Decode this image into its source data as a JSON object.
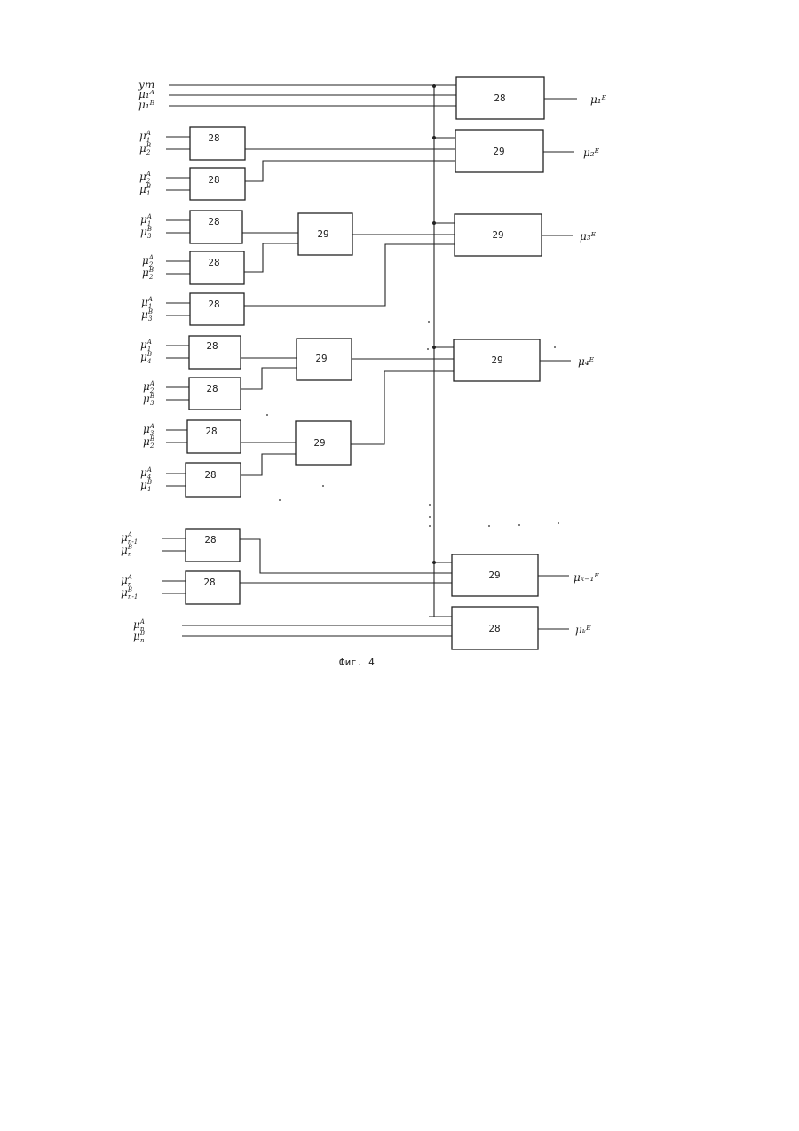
{
  "figure": {
    "caption": "Фиг. 4",
    "block_labels": {
      "b28": "28",
      "b29": "29"
    },
    "top_inputs": {
      "yt": "ут",
      "mu1a": "μ₁ᴬ",
      "mu1b": "μ₁ᴮ"
    },
    "signal_symbols": {
      "mu": "μ",
      "sup_a": "A",
      "sup_b": "B",
      "sup_e": "E",
      "sub_1": "1",
      "sub_2": "2",
      "sub_3": "3",
      "sub_4": "4",
      "sub_n": "n",
      "sub_n1": "n-1",
      "sub_k": "k",
      "sub_k1": "k-1"
    },
    "outputs": [
      "μ₁ᴱ",
      "μ₂ᴱ",
      "μ₃ᴱ",
      "μ₄ᴱ",
      "μₖ₋₁ᴱ",
      "μₖᴱ"
    ]
  }
}
